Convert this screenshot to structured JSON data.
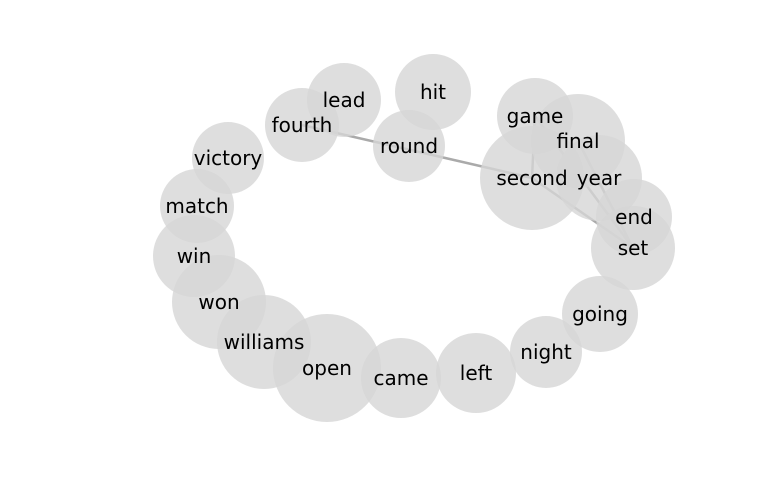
{
  "graph": {
    "nodes": [
      {
        "id": "lead",
        "label": "lead"
      },
      {
        "id": "hit",
        "label": "hit"
      },
      {
        "id": "fourth",
        "label": "fourth"
      },
      {
        "id": "round",
        "label": "round"
      },
      {
        "id": "game",
        "label": "game"
      },
      {
        "id": "final",
        "label": "final"
      },
      {
        "id": "second",
        "label": "second"
      },
      {
        "id": "year",
        "label": "year"
      },
      {
        "id": "victory",
        "label": "victory"
      },
      {
        "id": "match",
        "label": "match"
      },
      {
        "id": "end",
        "label": "end"
      },
      {
        "id": "set",
        "label": "set"
      },
      {
        "id": "win",
        "label": "win"
      },
      {
        "id": "won",
        "label": "won"
      },
      {
        "id": "going",
        "label": "going"
      },
      {
        "id": "williams",
        "label": "williams"
      },
      {
        "id": "open",
        "label": "open"
      },
      {
        "id": "night",
        "label": "night"
      },
      {
        "id": "left",
        "label": "left"
      },
      {
        "id": "came",
        "label": "came"
      }
    ],
    "edges": [
      {
        "from": "fourth",
        "to": "second"
      },
      {
        "from": "game",
        "to": "second"
      },
      {
        "from": "second",
        "to": "set"
      },
      {
        "from": "game",
        "to": "set"
      },
      {
        "from": "final",
        "to": "set"
      }
    ]
  }
}
